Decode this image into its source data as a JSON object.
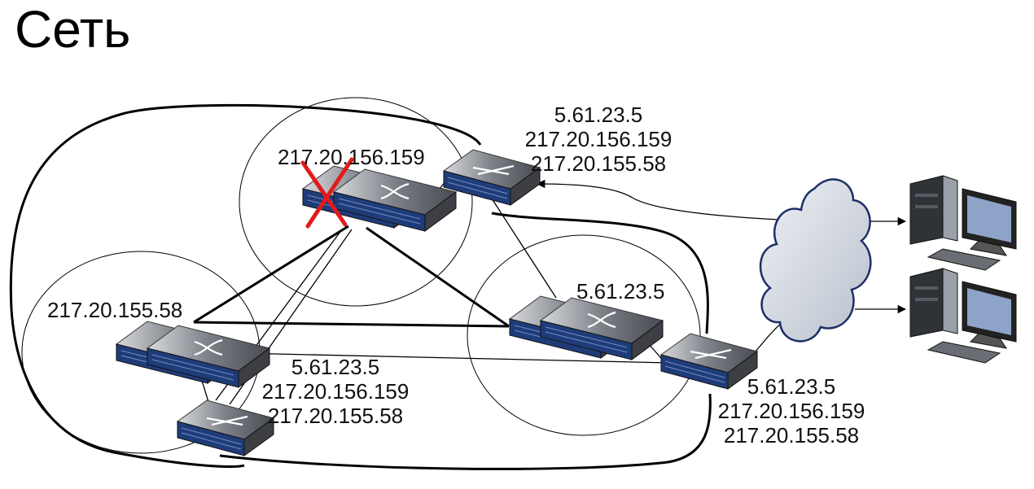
{
  "title": "Сеть",
  "colors": {
    "line": "#000000",
    "cross": "#e11b1b",
    "cloud": "#c9cfd9",
    "cloud_stroke": "#1c2f66",
    "switch_port": "#1f3c7a",
    "switch_body": "#5a5d62",
    "pc_screen": "#8da3c7"
  },
  "clusters": {
    "top": {
      "address": "217.20.156.159",
      "failed": true
    },
    "left": {
      "address": "217.20.155.58"
    },
    "right": {
      "address": "5.61.23.5"
    }
  },
  "routers": {
    "top_right": [
      "5.61.23.5",
      "217.20.156.159",
      "217.20.155.58"
    ],
    "bottom_left": [
      "5.61.23.5",
      "217.20.156.159",
      "217.20.155.58"
    ],
    "bottom_right": [
      "5.61.23.5",
      "217.20.156.159",
      "217.20.155.58"
    ]
  },
  "icons": {
    "switch": "network-switch-icon",
    "router": "router-switch-icon",
    "cloud": "internet-cloud-icon",
    "computer": "desktop-computer-icon",
    "failure": "red-cross-icon"
  }
}
